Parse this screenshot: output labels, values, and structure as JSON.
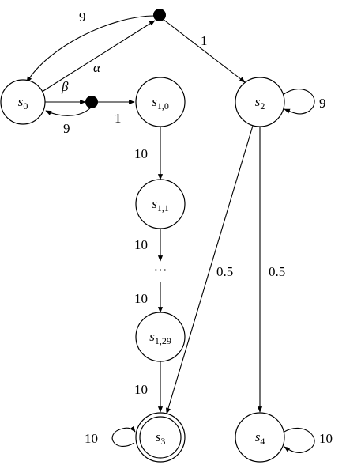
{
  "states": {
    "s0": {
      "name": "s",
      "sub": "0"
    },
    "s10": {
      "name": "s",
      "sub": "1,0"
    },
    "s11": {
      "name": "s",
      "sub": "1,1"
    },
    "s129": {
      "name": "s",
      "sub": "1,29"
    },
    "s2": {
      "name": "s",
      "sub": "2"
    },
    "s3": {
      "name": "s",
      "sub": "3"
    },
    "s4": {
      "name": "s",
      "sub": "4"
    }
  },
  "actions": {
    "alpha": "α",
    "beta": "β"
  },
  "labels": {
    "alpha_back": "9",
    "alpha_to_s2": "1",
    "beta_back": "9",
    "beta_to_s10": "1",
    "s10_s11": "10",
    "s11_dots": "10",
    "ellipsis": "⋯",
    "dots_s129": "10",
    "s129_s3": "10",
    "s2_s3": "0.5",
    "s2_s4": "0.5",
    "s2_loop": "9",
    "s3_loop": "10",
    "s4_loop": "10"
  }
}
